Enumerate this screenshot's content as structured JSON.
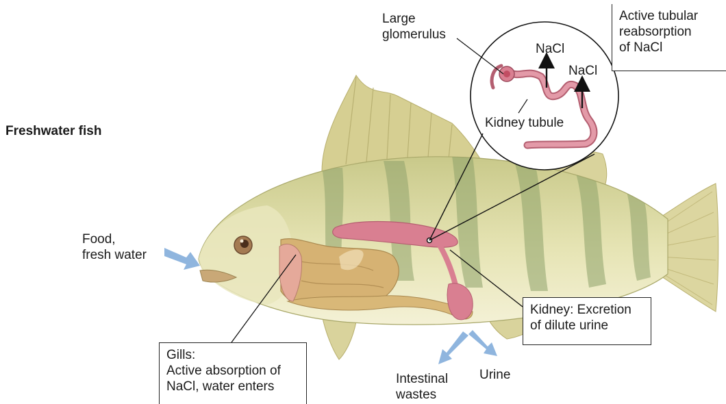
{
  "diagram": {
    "title": "Freshwater fish",
    "labels": {
      "food": [
        "Food,",
        "fresh water"
      ],
      "glomerulus": [
        "Large",
        "glomerulus"
      ],
      "nacl_1": "NaCl",
      "nacl_2": "NaCl",
      "kidney_tubule": "Kidney tubule",
      "intestinal_wastes": [
        "Intestinal",
        "wastes"
      ],
      "urine": "Urine"
    },
    "boxes": {
      "tubular": [
        "Active tubular",
        "reabsorption",
        "of NaCl"
      ],
      "kidney": [
        "Kidney: Excretion",
        "of dilute urine"
      ],
      "gills": [
        "Gills:",
        "Active absorption of",
        "NaCl, water enters"
      ]
    },
    "colors": {
      "body": "#dfe0a6",
      "belly": "#f3f0cf",
      "stripes": "#8ea16a",
      "fins": "#d8d29a",
      "kidney": "#d97f91",
      "gut": "#d4b070",
      "arrow_blue": "#8fb5de",
      "line": "#1a1a1a"
    }
  }
}
